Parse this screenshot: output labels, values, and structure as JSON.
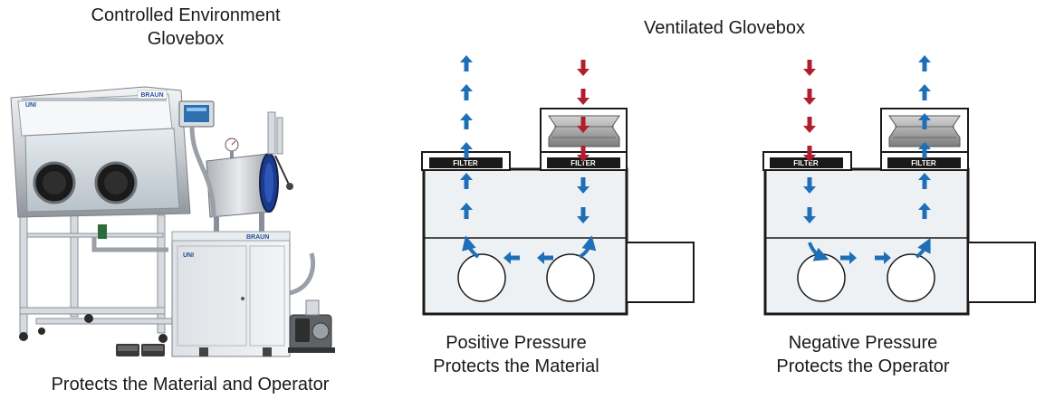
{
  "left_panel": {
    "title_line1": "Controlled Environment",
    "title_line2": "Glovebox",
    "caption": "Protects the Material and Operator",
    "photo_brand": "BRAUN",
    "photo_sub_brand": "UNI"
  },
  "right_panel": {
    "title": "Ventilated Glovebox",
    "positive": {
      "line1": "Positive Pressure",
      "line2": "Protects the Material",
      "filter_label": "FILTER"
    },
    "negative": {
      "line1": "Negative Pressure",
      "line2": "Protects the Operator",
      "filter_label": "FILTER"
    }
  },
  "colors": {
    "airflow_out": "#1f6fb8",
    "airflow_in": "#b01e2e",
    "chamber_fill": "#eef1f4",
    "filter_band": "#1a1a1a"
  }
}
